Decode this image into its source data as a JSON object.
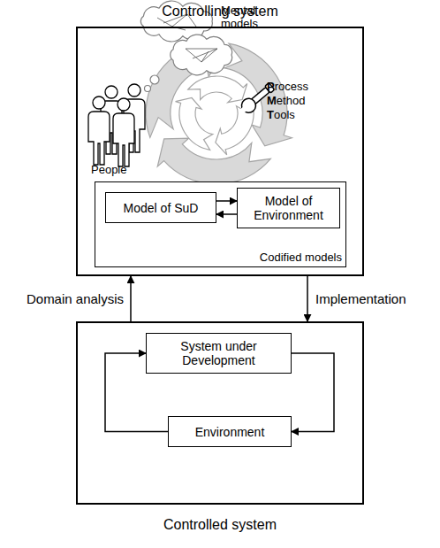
{
  "diagram": {
    "nodes": [
      {
        "text": [
          "Controlling system"
        ]
      },
      {
        "text": [
          "Codified models"
        ],
        "in": 0
      },
      {
        "text": [
          "Model of SuD"
        ],
        "in": 1
      },
      {
        "text": [
          "Model of Environment"
        ],
        "in": 1
      },
      {
        "text": [
          "Controlled system"
        ]
      },
      {
        "text": [
          "System under Development"
        ],
        "in": 4
      },
      {
        "text": [
          "Environment"
        ],
        "in": 4
      }
    ],
    "edges": [
      {
        "from": 2,
        "to": 3,
        "arrow": "to"
      },
      {
        "from": 3,
        "to": 2,
        "arrow": "to"
      },
      {
        "from": 4,
        "to": 0,
        "label": "Domain analysis",
        "arrow": "to"
      },
      {
        "from": 0,
        "to": 4,
        "label": "Implementation",
        "arrow": "to"
      },
      {
        "from": 6,
        "to": 5,
        "arrow": "to"
      },
      {
        "from": 5,
        "to": 6,
        "arrow": "to"
      }
    ],
    "labels": [
      "Mental models",
      "People",
      "Process",
      "Method",
      "Tools"
    ]
  }
}
